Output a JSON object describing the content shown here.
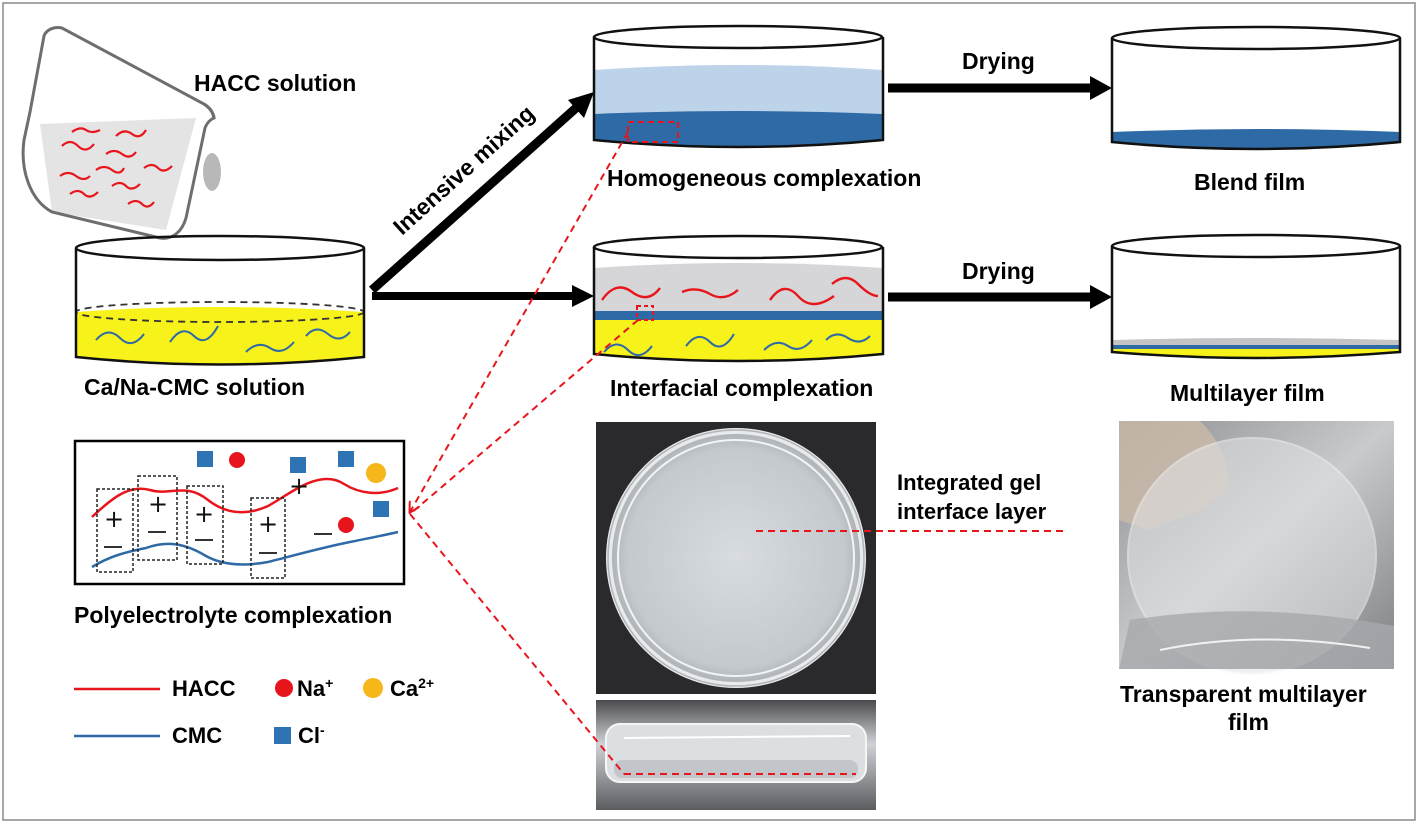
{
  "labels": {
    "haccSolution": "HACC solution",
    "cmcSolution": "Ca/Na-CMC solution",
    "intensiveMixing": "Intensive mixing",
    "homogeneous": "Homogeneous complexation",
    "interfacial": "Interfacial complexation",
    "dryingTop": "Drying",
    "dryingBottom": "Drying",
    "blendFilm": "Blend film",
    "multilayerFilm": "Multilayer film",
    "gelLayer1": "Integrated gel",
    "gelLayer2": "interface layer",
    "transparent1": "Transparent multilayer",
    "transparent2": "film",
    "polyelectrolyte": "Polyelectrolyte complexation"
  },
  "legend": {
    "hacc": "HACC",
    "cmc": "CMC",
    "na": "Na",
    "naCharge": "+",
    "ca": "Ca",
    "caCharge": "2+",
    "cl": "Cl",
    "clCharge": "-"
  },
  "colors": {
    "hacc": "#e8161c",
    "cmc": "#2e6aa6",
    "naIon": "#e8141c",
    "caIon": "#f5b719",
    "clIon": "#2e74b5",
    "cmcSolution": "#f7f21a",
    "haccLayer": "#bcd3e9",
    "blend": "#2e6aa6",
    "grayLayer": "#d6d6d8",
    "arrow": "#000000",
    "dashed": "#e8161c"
  },
  "icons": {
    "beaker": "beaker-icon",
    "petriDish": "petri-dish-icon",
    "photoTop": "petri-dish-photo",
    "photoSide": "petri-dish-side-photo",
    "photoFilm": "transparent-film-photo"
  }
}
